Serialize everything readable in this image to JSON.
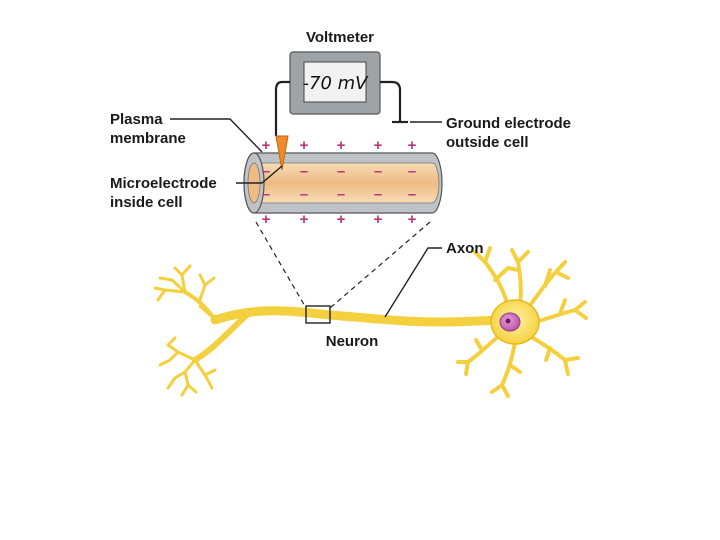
{
  "labels": {
    "voltmeter": "Voltmeter",
    "reading": "-70 mV",
    "plasma_membrane_line1": "Plasma",
    "plasma_membrane_line2": "membrane",
    "ground_line1": "Ground electrode",
    "ground_line2": "outside cell",
    "micro_line1": "Microelectrode",
    "micro_line2": "inside cell",
    "axon": "Axon",
    "neuron": "Neuron"
  },
  "charges": {
    "outside": "+",
    "inside": "–"
  },
  "colors": {
    "axoplasm": "#f2c89a",
    "membrane": "#bfc3c7",
    "neuron": "#f7d84a",
    "nucleus": "#c864b4",
    "electrode": "#f08a2a",
    "charge": "#b8357e"
  }
}
